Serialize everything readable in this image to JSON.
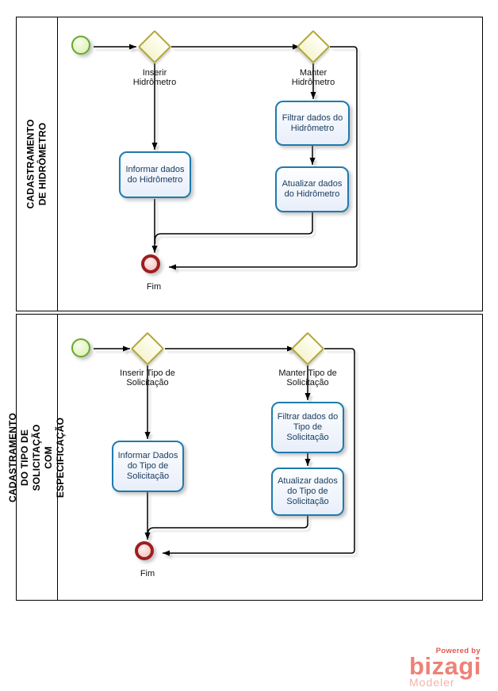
{
  "diagram": {
    "pools": [
      {
        "name": "CADASTRAMENTO DE HIDRÔMETRO",
        "nodes": {
          "gateway_insert": "Inserir\nHidrômetro",
          "gateway_maintain": "Manter\nHidrômetro",
          "task_inform": "Informar dados\ndo Hidrômetro",
          "task_filter": "Filtrar dados do\nHidrômetro",
          "task_update": "Atualizar dados\ndo Hidrômetro",
          "end_label": "Fim"
        }
      },
      {
        "name": "CADASTRAMENTO DO TIPO DE SOLICITAÇÃO COM\nESPECIFICAÇÃO",
        "nodes": {
          "gateway_insert": "Inserir Tipo de\nSolicitação",
          "gateway_maintain": "Manter Tipo de\nSolicitação",
          "task_inform": "Informar Dados\ndo Tipo de\nSolicitação",
          "task_filter": "Filtrar dados do\nTipo de\nSolicitação",
          "task_update": "Atualizar dados\ndo Tipo de\nSolicitação",
          "end_label": "Fim"
        }
      }
    ],
    "colors": {
      "task_border": "#1e7bad",
      "task_fill": "#e8eefa",
      "gateway_border": "#b1a738",
      "gateway_fill": "#f6f4d0",
      "start_border": "#66a82d",
      "start_fill": "#d9efad",
      "end_border": "#9e1e20",
      "end_fill": "#f0bcb6",
      "flow_line": "#000000",
      "powered_by": "#e4574e",
      "brand": "#ee8176",
      "product": "#f3b2aa"
    },
    "branding": {
      "powered_by": "Powered by",
      "brand": "bizagi",
      "product": "Modeler"
    }
  }
}
